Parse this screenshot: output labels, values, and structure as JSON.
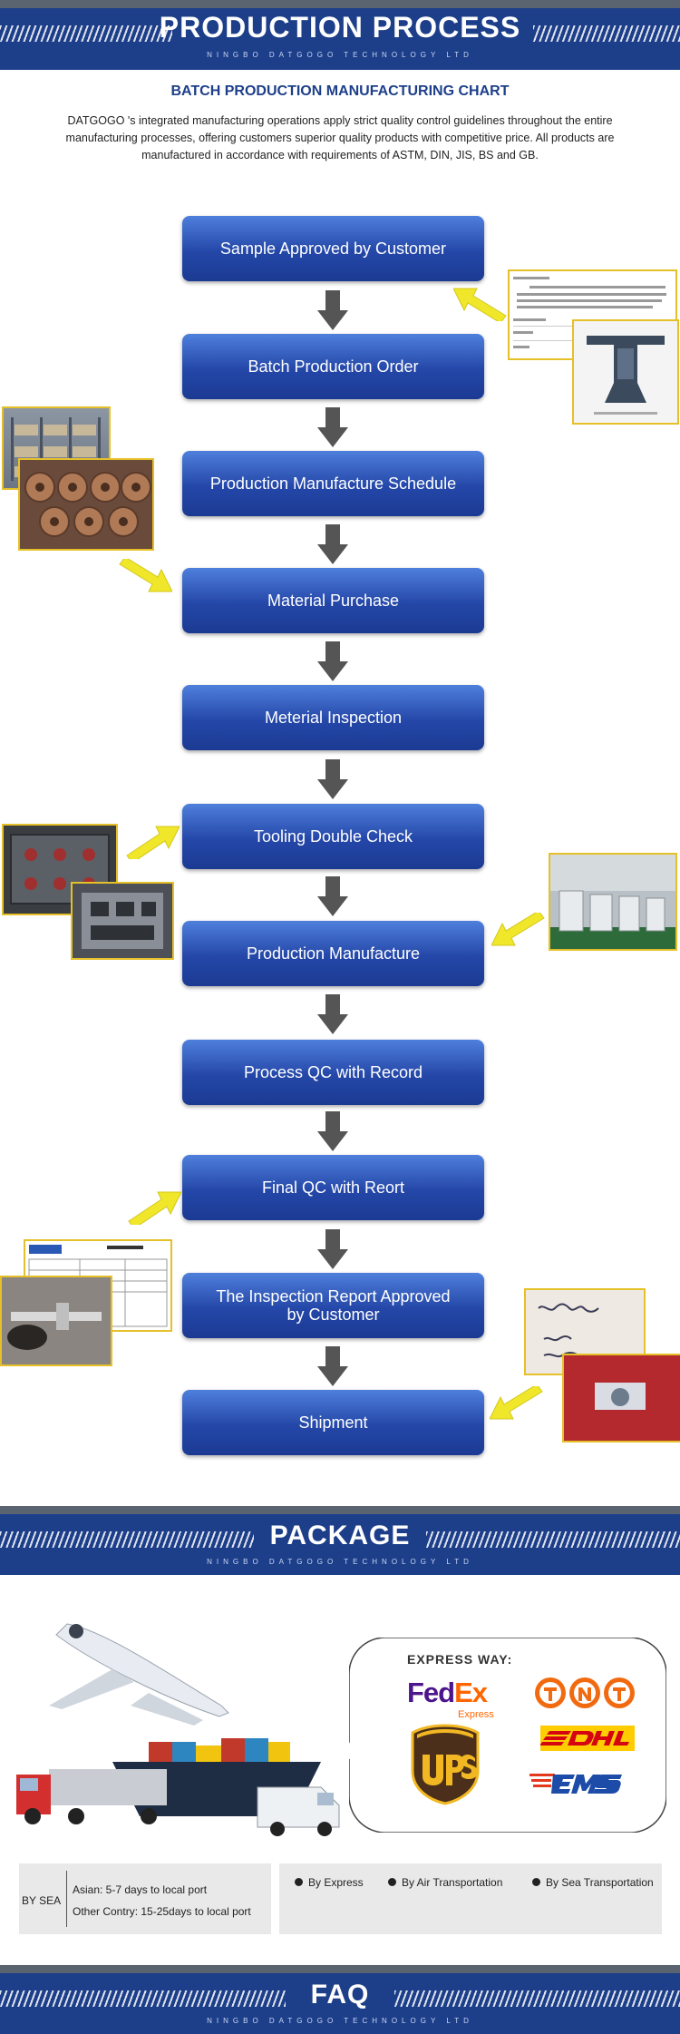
{
  "header": {
    "title": "PRODUCTION PROCESS",
    "subtitle": "NINGBO DATGOGO TECHNOLOGY LTD"
  },
  "chart_title": "BATCH PRODUCTION MANUFACTURING CHART",
  "intro": "DATGOGO 's integrated manufacturing operations apply strict quality control guidelines throughout the entire manufacturing processes, offering customers superior quality products with competitive price. All products are manufactured in accordance with requirements of ASTM, DIN, JIS, BS and GB.",
  "steps": [
    {
      "label": "Sample Approved by Customer"
    },
    {
      "label": "Batch Production Order"
    },
    {
      "label": "Production Manufacture Schedule"
    },
    {
      "label": "Material Purchase"
    },
    {
      "label": "Meterial Inspection"
    },
    {
      "label": "Tooling Double Check"
    },
    {
      "label": "Production Manufacture"
    },
    {
      "label": "Process QC with Record"
    },
    {
      "label": "Final QC with Reort"
    },
    {
      "label": "The Inspection Report Approved by Customer"
    },
    {
      "label": "Shipment"
    }
  ],
  "package_header": {
    "title": "PACKAGE",
    "subtitle": "NINGBO DATGOGO TECHNOLOGY LTD"
  },
  "express": {
    "label": "EXPRESS WAY:",
    "fedex_fe": "Fed",
    "fedex_ex": "Ex",
    "fedex_sub": "Express",
    "tnt": "TNT",
    "dhl": "DHL",
    "ems": "EMS",
    "ups": "ups"
  },
  "shipping": {
    "sea_label": "BY SEA",
    "sea_lines": [
      "Asian: 5-7 days to local port",
      "Other Contry: 15-25days to local port"
    ],
    "options": [
      "By Express",
      "By Air Transportation",
      "By Sea Transportation"
    ]
  },
  "faq_header": {
    "title": "FAQ",
    "subtitle": "NINGBO DATGOGO TECHNOLOGY LTD"
  },
  "colors": {
    "brand_blue": "#1d3f8a",
    "step_blue": "#2447a8",
    "arrow_yellow": "#f0e62a",
    "arrow_gray": "#555555"
  }
}
